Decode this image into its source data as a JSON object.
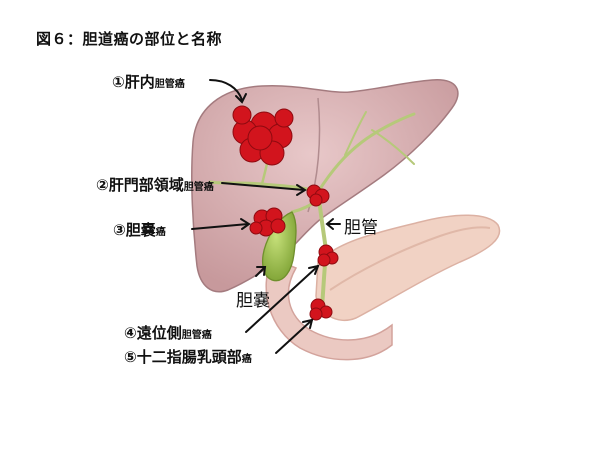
{
  "title": "図６：胆道癌の部位と名称",
  "labels": [
    {
      "main": "①肝内",
      "small": "胆管癌"
    },
    {
      "main": "②肝門部領域",
      "small": "胆管癌"
    },
    {
      "main": "③胆嚢",
      "small": "癌"
    },
    {
      "main": "④遠位側",
      "small": "胆管癌"
    },
    {
      "main": "⑤十二指腸乳頭部",
      "small": "癌"
    }
  ],
  "organ_labels": {
    "bile_duct": "胆管",
    "gallbladder": "胆嚢"
  },
  "colors": {
    "liver": "#d9b3b5",
    "pancreas": "#f1d2c4",
    "duodenum": "#ebc9c2",
    "gallbladder": "#9cbf45",
    "duct": "#b6c97a",
    "tumor": "#d2141d"
  }
}
